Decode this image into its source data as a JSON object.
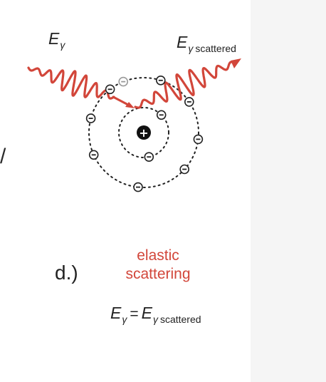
{
  "incoming_photon": {
    "symbol": "E",
    "subscript": "γ"
  },
  "scattered_photon": {
    "symbol": "E",
    "subscript": "γ",
    "qualifier": "scattered"
  },
  "panel": {
    "label": "d.)",
    "process_line1": "elastic",
    "process_line2": "scattering"
  },
  "equation": {
    "lhs_symbol": "E",
    "lhs_subscript": "γ",
    "operator": "=",
    "rhs_symbol": "E",
    "rhs_subscript": "γ",
    "rhs_qualifier": "scattered"
  },
  "edge_fragment": "/",
  "atom": {
    "nucleus_sign": "+",
    "electron_sign": "−"
  },
  "colors": {
    "photon": "#d2463a",
    "ink": "#222222",
    "grey_electron": "#9a9a9a"
  }
}
